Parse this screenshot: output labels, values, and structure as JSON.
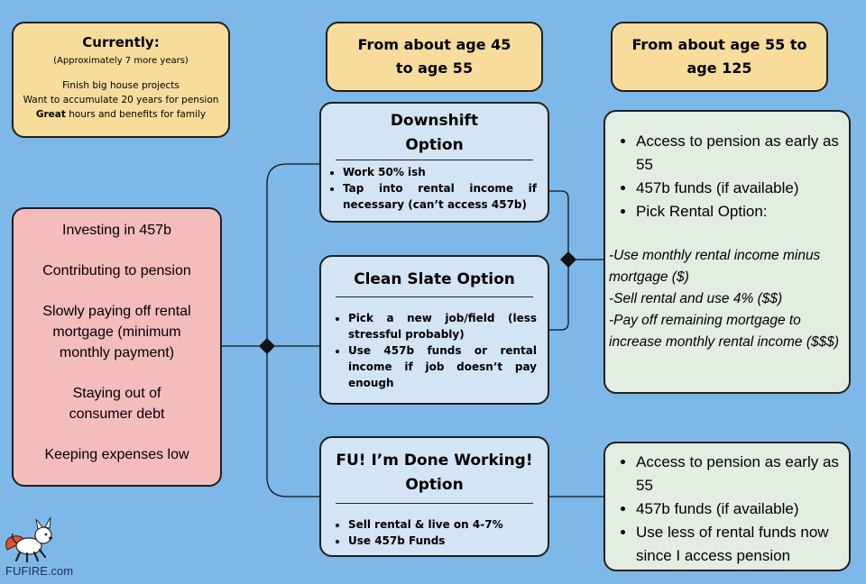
{
  "current": {
    "title": "Currently:",
    "subtitle": "(Approximately 7 more years)",
    "line1": "Finish big house projects",
    "line2": "Want to accumulate 20 years for pension",
    "line3_bold": "Great",
    "line3_rest": " hours and benefits for family"
  },
  "headers": {
    "mid": "From about age 45 to age 55",
    "right": "From about age 55 to age 125"
  },
  "now_items": [
    "Investing in 457b",
    "Contributing to pension",
    "Slowly paying off rental mortgage (minimum monthly payment)",
    "Staying out of consumer debt",
    "Keeping expenses low"
  ],
  "options": {
    "downshift": {
      "title": "Downshift Option",
      "items": [
        "Work 50% ish",
        "Tap into rental income if necessary (can’t access 457b)"
      ]
    },
    "clean_slate": {
      "title": "Clean Slate Option",
      "items": [
        "Pick a new job/field (less stressful probably)",
        "Use 457b funds or rental income if job doesn’t pay enough"
      ]
    },
    "fu": {
      "title": "FU! I’m Done Working! Option",
      "items": [
        "Sell rental & live on 4-7%",
        "Use 457b Funds"
      ]
    }
  },
  "outcome_top": {
    "items": [
      "Access to pension as early as 55",
      "457b funds (if available)",
      "Pick Rental Option:"
    ],
    "rental_options": [
      "-Use monthly rental income minus mortgage ($)",
      "-Sell rental and use 4% ($$)",
      "-Pay off remaining mortgage to increase monthly rental income ($$$)"
    ]
  },
  "outcome_bottom": {
    "items": [
      "Access to pension as early as 55",
      "457b funds (if available)",
      "Use less of rental funds now since I access pension"
    ]
  },
  "logo": {
    "text": "FUFIRE.com"
  },
  "colors": {
    "background": "#7db8e8",
    "yellow": "#f7dc9c",
    "pink": "#f5bcbc",
    "blue": "#d3e5f4",
    "green": "#e3ede2"
  }
}
